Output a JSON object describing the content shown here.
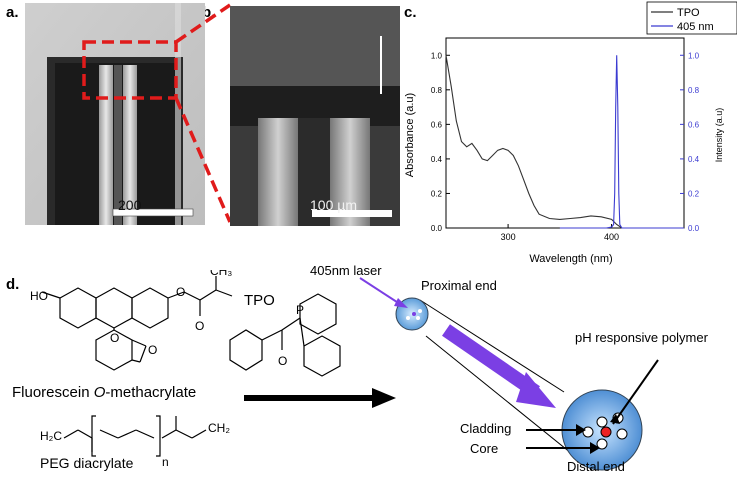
{
  "panels": {
    "a": {
      "label": "a.",
      "scale_text": "200"
    },
    "b": {
      "label": "b.",
      "scale_text": "100 µm"
    },
    "c": {
      "label": "c."
    },
    "d": {
      "label": "d."
    }
  },
  "chart_data": {
    "type": "line",
    "xlabel": "Wavelength (nm)",
    "ylabel": "Absorbance (a.u)",
    "y2label": "Intensity (a.u)",
    "xlim": [
      240,
      470
    ],
    "ylim": [
      0,
      1.1
    ],
    "y2lim": [
      0,
      1.1
    ],
    "xticks": [
      300,
      400
    ],
    "yticks": [
      "0.0",
      "0.2",
      "0.4",
      "0.6",
      "0.8",
      "1.0"
    ],
    "y2ticks": [
      "0.0",
      "0.2",
      "0.4",
      "0.6",
      "0.8",
      "1.0"
    ],
    "legend_position": "top-right",
    "series": [
      {
        "name": "TPO",
        "color": "#333333",
        "axis": "left",
        "x": [
          240,
          245,
          250,
          255,
          260,
          265,
          270,
          275,
          280,
          285,
          290,
          295,
          300,
          305,
          310,
          315,
          320,
          325,
          330,
          340,
          350,
          360,
          370,
          380,
          390,
          400,
          405,
          410,
          420,
          440,
          470
        ],
        "y": [
          1.0,
          0.82,
          0.62,
          0.5,
          0.47,
          0.49,
          0.45,
          0.4,
          0.39,
          0.42,
          0.45,
          0.46,
          0.45,
          0.42,
          0.36,
          0.28,
          0.2,
          0.13,
          0.08,
          0.055,
          0.05,
          0.055,
          0.06,
          0.07,
          0.065,
          0.05,
          0.02,
          0.0,
          0.0,
          0.0,
          0.0
        ]
      },
      {
        "name": "405 nm",
        "color": "#3b3bd1",
        "axis": "right",
        "x": [
          350,
          380,
          395,
          400,
          402,
          403,
          404,
          405,
          406,
          407,
          408,
          410,
          420,
          470
        ],
        "y": [
          0.0,
          0.0,
          0.0,
          0.005,
          0.02,
          0.2,
          0.7,
          1.0,
          0.7,
          0.2,
          0.02,
          0.0,
          0.0,
          0.0
        ]
      }
    ]
  },
  "scheme": {
    "compound1": "Fluorescein O-methacrylate",
    "compound1_prefix": "Fluorescein ",
    "compound1_italic": "O",
    "compound1_suffix": "-methacrylate",
    "compound2": "PEG diacrylate",
    "compound3": "TPO",
    "atom_HO": "HO",
    "atom_O": "O",
    "atom_P": "P",
    "atom_H2C": "H₂C",
    "atom_CH2": "CH₂",
    "atom_CH3": "CH₃",
    "subscript_n": "n"
  },
  "fiber": {
    "laser": "405nm laser",
    "proximal": "Proximal end",
    "distal": "Distal end",
    "polymer": "pH responsive polymer",
    "cladding": "Cladding",
    "core": "Core",
    "laser_color": "#7b3fe4"
  }
}
